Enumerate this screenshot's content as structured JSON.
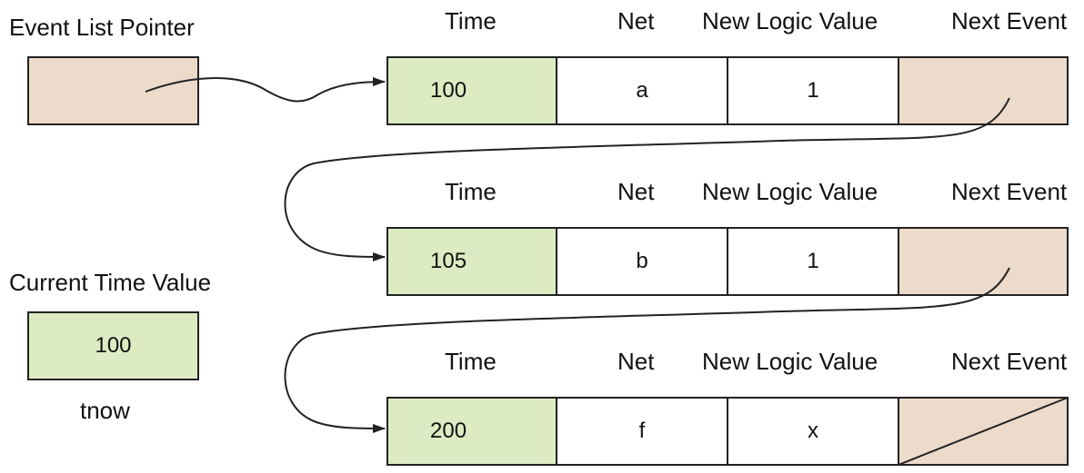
{
  "event_list_pointer": {
    "label": "Event List Pointer"
  },
  "current_time": {
    "label": "Current Time Value",
    "value": "100",
    "name": "tnow"
  },
  "columns": {
    "time": "Time",
    "net": "Net",
    "value": "New Logic Value",
    "next": "Next Event"
  },
  "events": [
    {
      "time": "100",
      "net": "a",
      "value": "1"
    },
    {
      "time": "105",
      "net": "b",
      "value": "1"
    },
    {
      "time": "200",
      "net": "f",
      "value": "x"
    }
  ],
  "colors": {
    "time_fill": "#dcebc2",
    "pointer_fill": "#ecdacb",
    "line": "#222222"
  }
}
